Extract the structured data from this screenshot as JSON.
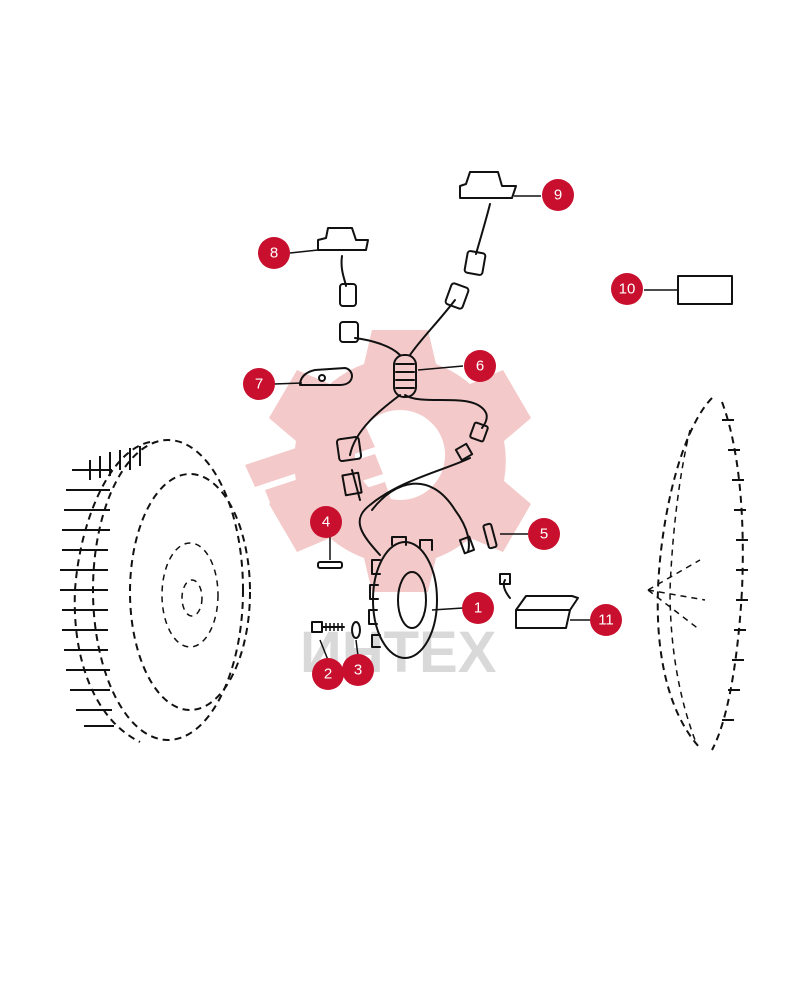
{
  "watermark": {
    "text": "ИНТЕХ",
    "color": "#f4c9c9"
  },
  "colors": {
    "callout": "#c8102e",
    "callout_text": "#ffffff",
    "line": "#111111"
  },
  "callouts": [
    {
      "number": "1"
    },
    {
      "number": "2"
    },
    {
      "number": "3"
    },
    {
      "number": "4"
    },
    {
      "number": "5"
    },
    {
      "number": "6"
    },
    {
      "number": "7"
    },
    {
      "number": "8"
    },
    {
      "number": "9"
    },
    {
      "number": "10"
    },
    {
      "number": "11"
    }
  ]
}
